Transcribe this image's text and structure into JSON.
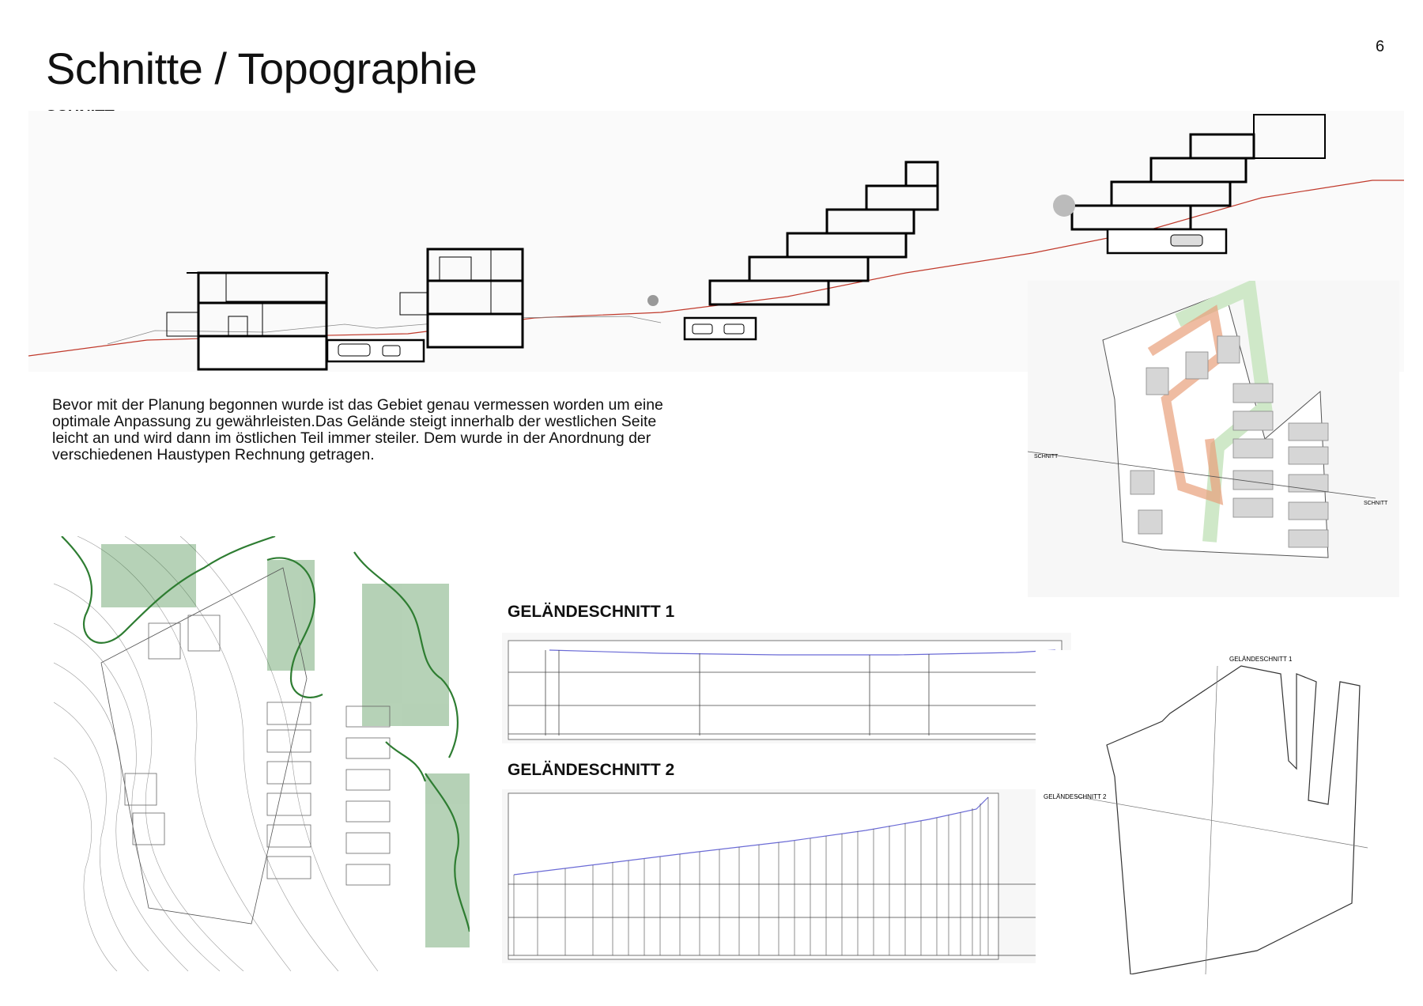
{
  "page": {
    "title": "Schnitte / Topographie",
    "number": "6"
  },
  "section": {
    "heading": "SCHNITT",
    "description": "Bevor mit der Planung begonnen wurde ist das Gebiet genau vermessen worden um eine optimale Anpassung zu gewährleisten.Das Gelände steigt innerhalb der westlichen Seite leicht an und wird dann im östlichen Teil immer steiler. Dem wurde in der Anordnung der verschiedenen Haustypen Rechnung getragen."
  },
  "site_plan": {
    "cut_label_left": "SCHNITT",
    "cut_label_right": "SCHNITT"
  },
  "terrain_sections": {
    "section1": {
      "heading": "GELÄNDESCHNITT 1"
    },
    "section2": {
      "heading": "GELÄNDESCHNITT 2"
    }
  },
  "key_plan": {
    "label1": "GELÄNDESCHNITT 1",
    "label2": "GELÄNDESCHNITT 2"
  },
  "colors": {
    "terrain_line": "#c0392b",
    "profile_line": "#6b6bd6",
    "contour_green": "#2e7d32",
    "path_orange": "#e8a07a",
    "green_space": "#cfe8c8"
  }
}
